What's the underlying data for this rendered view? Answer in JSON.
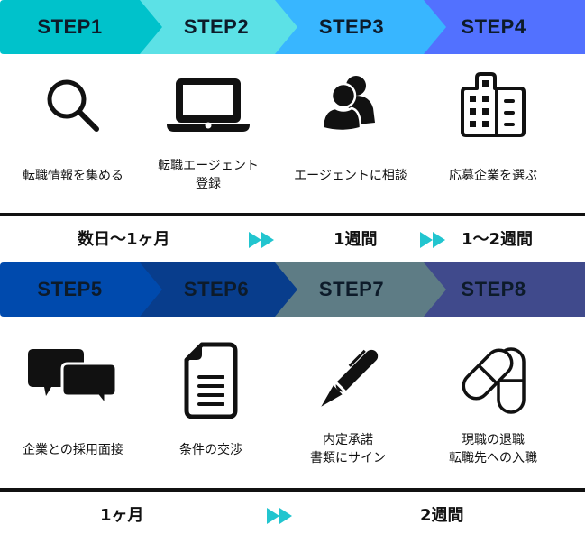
{
  "colors": {
    "step1": "#00c2cb",
    "step2": "#5ce1e6",
    "step3": "#38b6ff",
    "step4": "#5271ff",
    "step5": "#004aad",
    "step6": "#083d8c",
    "step7": "#5e7c85",
    "step8": "#404a8c",
    "arrow": "#22c5cf",
    "text": "#111111"
  },
  "row1": {
    "steps": [
      {
        "label": "STEP1",
        "icon": "search-icon",
        "caption": [
          "転職情報を集める"
        ]
      },
      {
        "label": "STEP2",
        "icon": "laptop-icon",
        "caption": [
          "転職エージェント",
          "登録"
        ]
      },
      {
        "label": "STEP3",
        "icon": "users-icon",
        "caption": [
          "エージェントに相談"
        ]
      },
      {
        "label": "STEP4",
        "icon": "building-icon",
        "caption": [
          "応募企業を選ぶ"
        ]
      }
    ],
    "durations": [
      "数日〜1ヶ月",
      "1週間",
      "1〜2週間"
    ]
  },
  "row2": {
    "steps": [
      {
        "label": "STEP5",
        "icon": "chat-bubbles-icon",
        "caption": [
          "企業との採用面接"
        ]
      },
      {
        "label": "STEP6",
        "icon": "document-icon",
        "caption": [
          "条件の交渉"
        ]
      },
      {
        "label": "STEP7",
        "icon": "pen-icon",
        "caption": [
          "内定承諾",
          "書類にサイン"
        ]
      },
      {
        "label": "STEP8",
        "icon": "capsules-icon",
        "caption": [
          "現職の退職",
          "転職先への入職"
        ]
      }
    ],
    "durations": [
      "1ヶ月",
      "2週間"
    ]
  }
}
